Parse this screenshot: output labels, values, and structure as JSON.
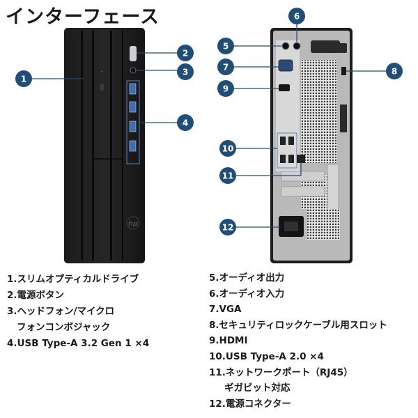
{
  "title": "インターフェース",
  "callouts": [
    "1",
    "2",
    "3",
    "4",
    "5",
    "6",
    "7",
    "8",
    "9",
    "10",
    "11",
    "12"
  ],
  "hp_logo_text": "hp",
  "accent_color": "#1f4e79",
  "legend_left": [
    "1.スリムオプティカルドライブ",
    "2.電源ボタン",
    "3.ヘッドフォン/マイクロ",
    "フォンコンボジャック",
    "4.USB Type-A 3.2 Gen 1 ×4"
  ],
  "legend_right": [
    "5.オーディオ出力",
    "6.オーディオ入力",
    "7.VGA",
    "8.セキュリティロックケーブル用スロット",
    "9.HDMI",
    "10.USB Type-A 2.0 ×4",
    "11.ネットワークポート（RJ45）",
    "ギガビット対応",
    "12.電源コネクター"
  ]
}
